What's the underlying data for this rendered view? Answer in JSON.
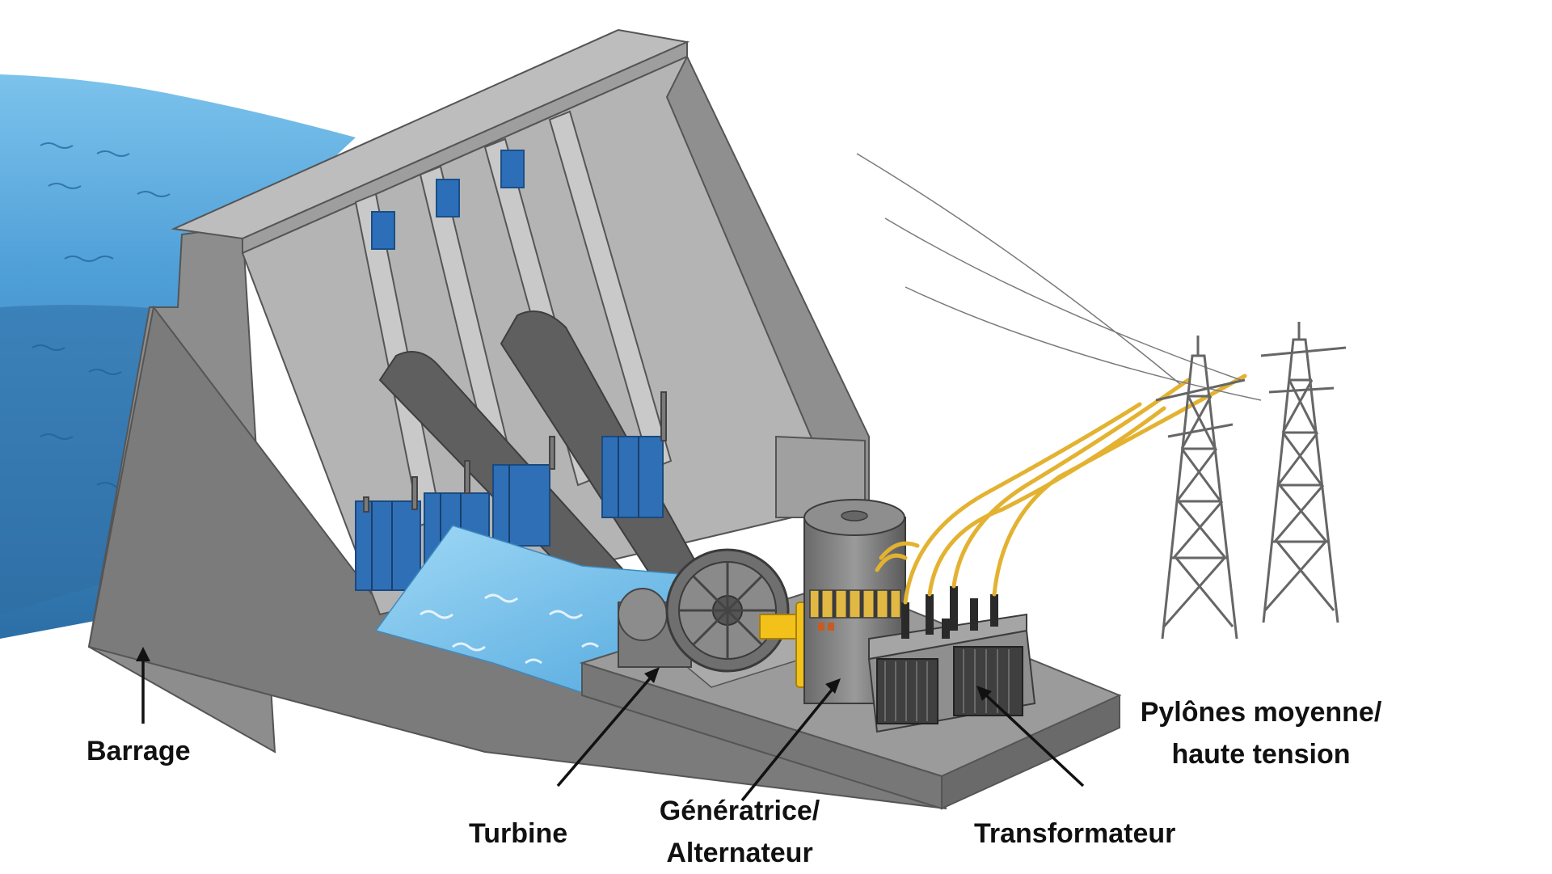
{
  "labels": {
    "barrage": "Barrage",
    "turbine": "Turbine",
    "generatrice_line1": "Génératrice/",
    "generatrice_line2": "Alternateur",
    "transformateur": "Transformateur",
    "pylones_line1": "Pylônes moyenne/",
    "pylones_line2": "haute tension"
  },
  "colors": {
    "water_light": "#5aaee0",
    "water_deep": "#2f78b0",
    "concrete": "#a9a9a9",
    "concrete_dark": "#6e6e6e",
    "gate_blue": "#2a6fb8",
    "cable_yellow": "#e7b52c",
    "shaft_yellow": "#f2c21a"
  }
}
